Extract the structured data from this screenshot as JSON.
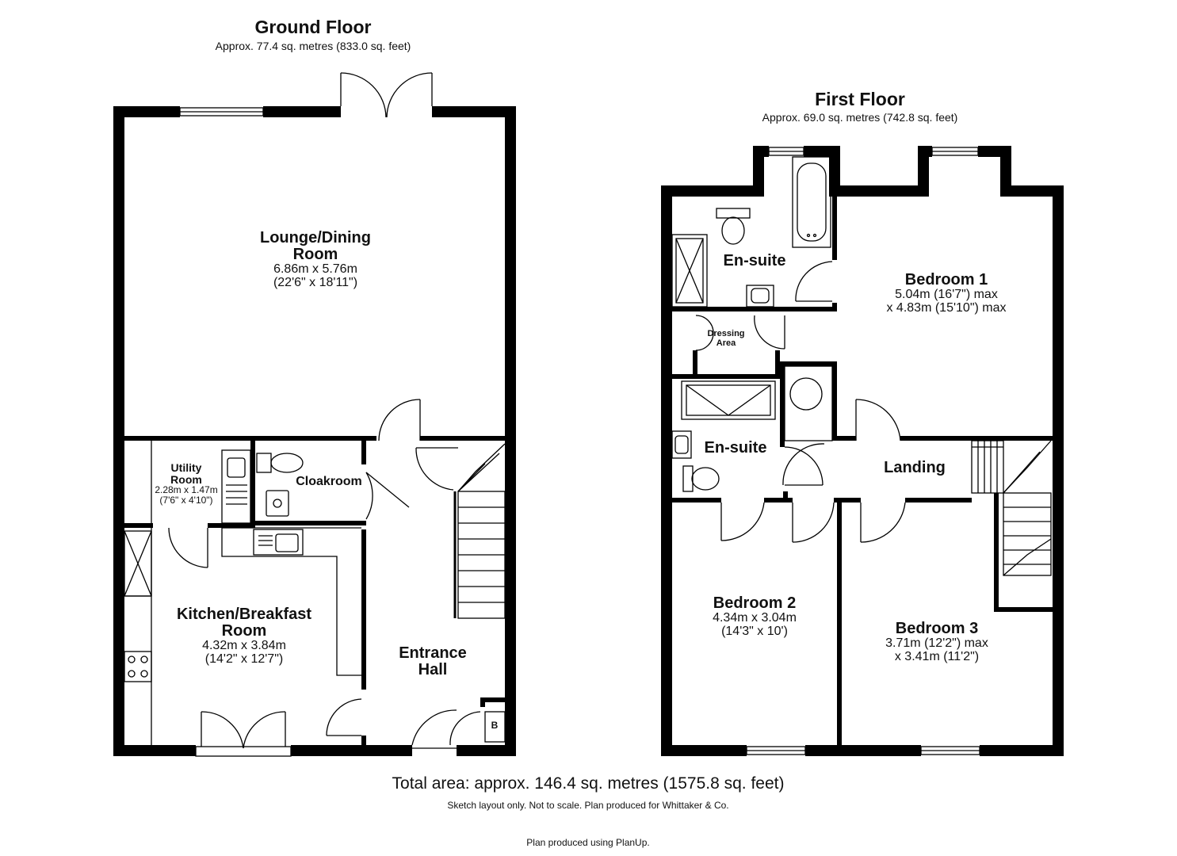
{
  "ground_floor": {
    "title": "Ground Floor",
    "area": "Approx. 77.4 sq. metres (833.0 sq. feet)",
    "rooms": {
      "lounge": {
        "name_1": "Lounge/Dining",
        "name_2": "Room",
        "dim_1": "6.86m x 5.76m",
        "dim_2": "(22'6\" x 18'11\")"
      },
      "utility": {
        "name_1": "Utility",
        "name_2": "Room",
        "dim_1": "2.28m x 1.47m",
        "dim_2": "(7'6\" x 4'10\")"
      },
      "cloakroom": {
        "name": "Cloakroom"
      },
      "kitchen": {
        "name_1": "Kitchen/Breakfast",
        "name_2": "Room",
        "dim_1": "4.32m x 3.84m",
        "dim_2": "(14'2\" x 12'7\")"
      },
      "entrance": {
        "name_1": "Entrance",
        "name_2": "Hall"
      },
      "boiler": {
        "label": "B"
      }
    }
  },
  "first_floor": {
    "title": "First Floor",
    "area": "Approx. 69.0 sq. metres (742.8 sq. feet)",
    "rooms": {
      "ensuite_1": {
        "name": "En-suite"
      },
      "bedroom_1": {
        "name": "Bedroom 1",
        "dim_1": "5.04m (16'7\") max",
        "dim_2": "x 4.83m (15'10\") max"
      },
      "dressing": {
        "name_1": "Dressing",
        "name_2": "Area"
      },
      "ensuite_2": {
        "name": "En-suite"
      },
      "landing": {
        "name": "Landing"
      },
      "bedroom_2": {
        "name": "Bedroom 2",
        "dim_1": "4.34m x 3.04m",
        "dim_2": "(14'3\" x 10')"
      },
      "bedroom_3": {
        "name": "Bedroom 3",
        "dim_1": "3.71m (12'2\") max",
        "dim_2": "x 3.41m (11'2\")"
      }
    }
  },
  "footer": {
    "total": "Total area: approx. 146.4 sq. metres (1575.8 sq. feet)",
    "note": "Sketch layout only. Not to scale. Plan produced for Whittaker & Co.",
    "credit": "Plan produced using PlanUp."
  },
  "colors": {
    "wall": "#000000",
    "fixture": "#444444",
    "background": "#ffffff"
  }
}
